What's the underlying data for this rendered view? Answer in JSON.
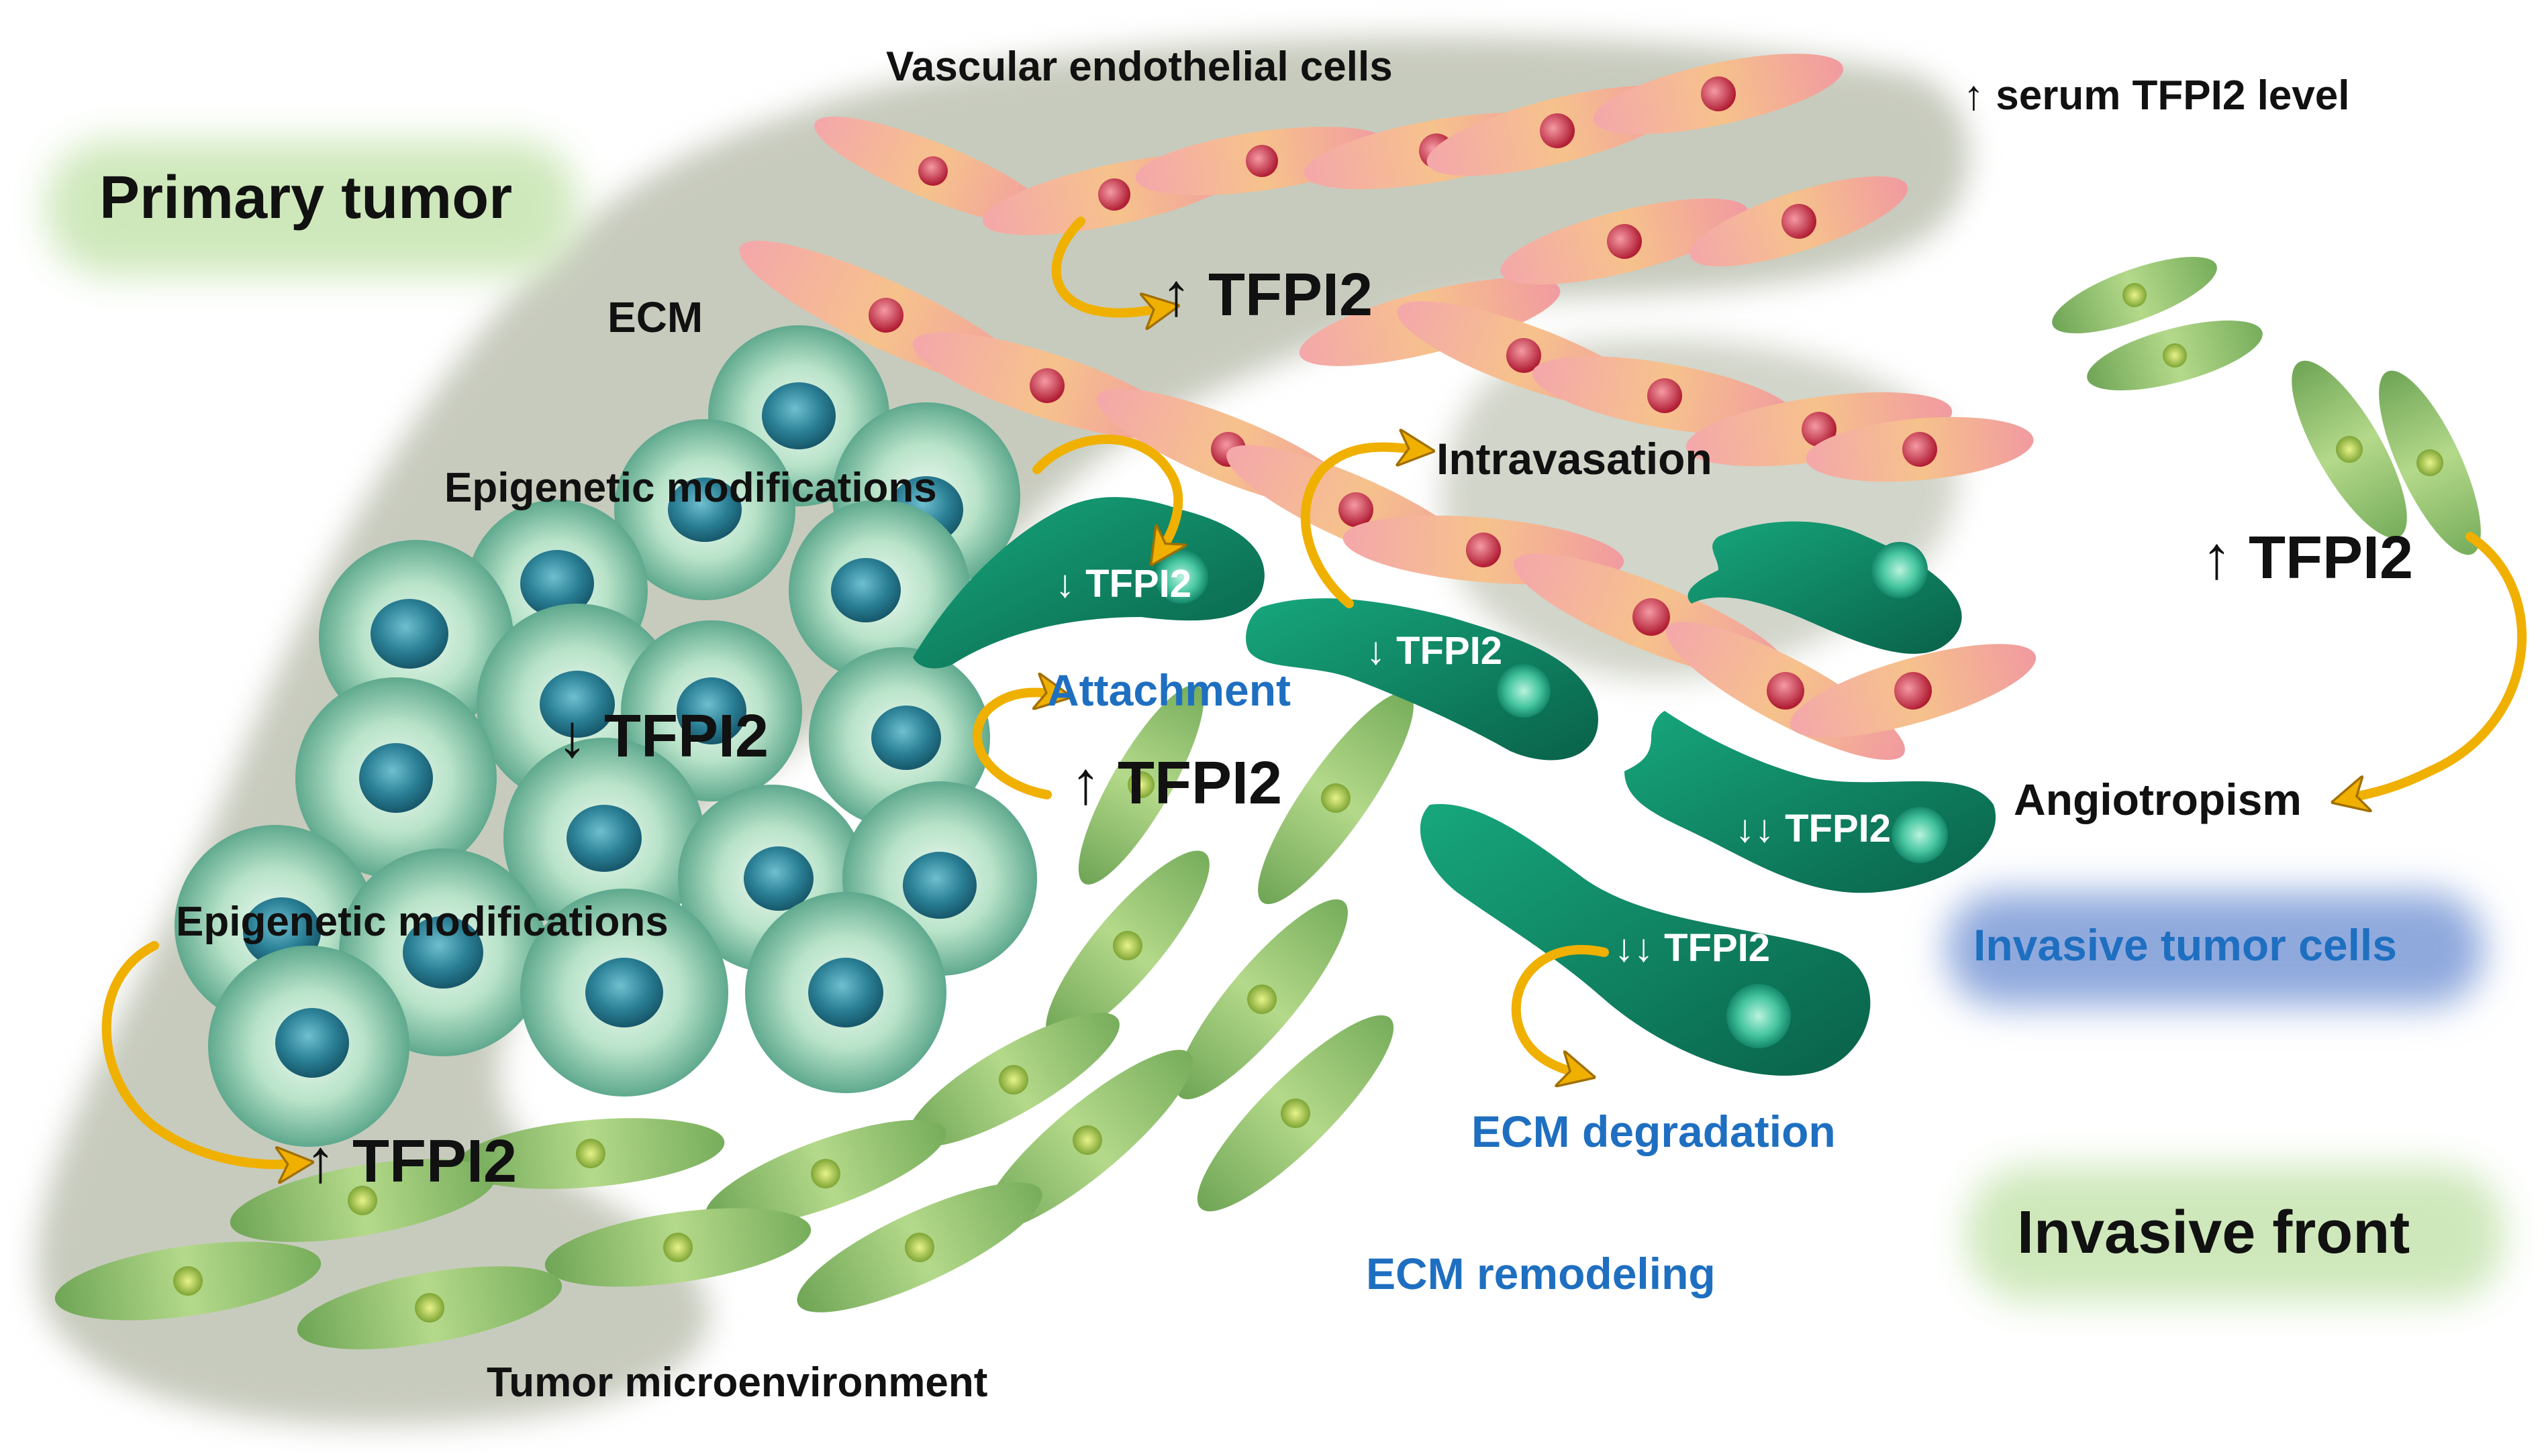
{
  "labels": {
    "vascular_endothelial_cells": "Vascular endothelial cells",
    "serum_tfpi2_level": "↑ serum TFPI2 level",
    "primary_tumor": "Primary tumor",
    "endothelial_tfpi2_up": "↑ TFPI2",
    "ecm": "ECM",
    "intravasation": "Intravasation",
    "epigenetic_modifications_top": "Epigenetic modifications",
    "invader_tfpi2_down_a": "↓ TFPI2",
    "invader_tfpi2_down_b": "↓ TFPI2",
    "attachment": "Attachment",
    "tumor_core_tfpi2_down": "↓ TFPI2",
    "tumor_edge_tfpi2_up": "↑ TFPI2",
    "invader_tfpi2_down_double_a": "↓↓ TFPI2",
    "invader_tfpi2_down_double_b": "↓↓ TFPI2",
    "angiotropic_tfpi2_up": "↑ TFPI2",
    "angiotropism": "Angiotropism",
    "invasive_tumor_cells": "Invasive tumor cells",
    "epigenetic_modifications_bottom": "Epigenetic modifications",
    "stroma_tfpi2_up": "↑ TFPI2",
    "ecm_degradation": "ECM degradation",
    "ecm_remodeling": "ECM remodeling",
    "invasive_front": "Invasive front",
    "tumor_microenvironment": "Tumor microenvironment"
  },
  "colors": {
    "ecm_background": "#c7cbbd",
    "endothelial_cell": "#f2a3a6",
    "endothelial_nucleus": "#c2283a",
    "tumor_cell": "#a9dcc0",
    "tumor_nucleus": "#2a7f95",
    "invasive_cell": "#0f8a66",
    "stromal_cell": "#9dc774",
    "arrow": "#f0b000",
    "label_blue": "#1f6fc1",
    "label_glow_green": "#cfe8bb",
    "label_glow_blue": "#8fa9dd"
  }
}
